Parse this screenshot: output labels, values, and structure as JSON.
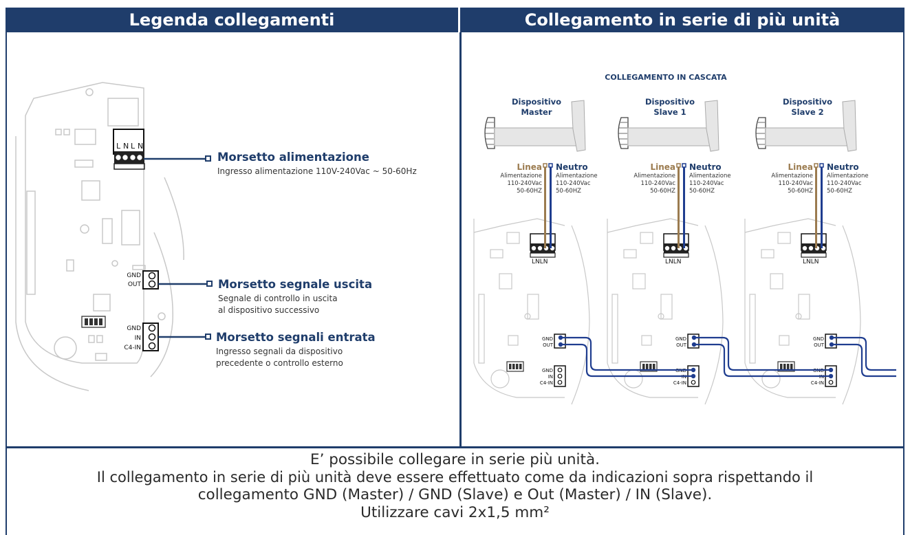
{
  "headers": {
    "left": "Legenda collegamenti",
    "right": "Collegamento in serie di più unità"
  },
  "legend": {
    "terminal_letters": [
      "L",
      "N",
      "L",
      "N"
    ],
    "pins_out": [
      "GND",
      "OUT"
    ],
    "pins_in": [
      "GND",
      "IN",
      "C4-IN"
    ],
    "callouts": [
      {
        "title": "Morsetto alimentazione",
        "desc": [
          "Ingresso alimentazione 110V-240Vac ~ 50-60Hz"
        ]
      },
      {
        "title": "Morsetto segnale uscita",
        "desc": [
          "Segnale di controllo in uscita",
          "al dispositivo successivo"
        ]
      },
      {
        "title": "Morsetto segnali entrata",
        "desc": [
          "Ingresso segnali da dispositivo",
          "precedente o controllo esterno"
        ]
      }
    ]
  },
  "cascade": {
    "title": "COLLEGAMENTO IN CASCATA",
    "devices": [
      {
        "line1": "Dispositivo",
        "line2": "Master"
      },
      {
        "line1": "Dispositivo",
        "line2": "Slave 1"
      },
      {
        "line1": "Dispositivo",
        "line2": "Slave 2"
      }
    ],
    "linea": "Linea",
    "neutro": "Neutro",
    "supply_left": [
      "Alimentazione",
      "110-240Vac",
      "50-60HZ"
    ],
    "supply_right": [
      "Alimentazione",
      "110-240Vac",
      "50-60HZ"
    ],
    "terminal_text": "LNLN",
    "pins_out": [
      "GND",
      "OUT"
    ],
    "pins_in": [
      "GND",
      "IN",
      "C4-IN"
    ]
  },
  "footer": {
    "lines": [
      "E’ possibile collegare in serie più unità.",
      "Il collegamento in serie di più unità deve essere effettuato come da indicazioni sopra rispettando il",
      "collegamento GND (Master) / GND (Slave) e Out (Master) / IN (Slave).",
      "Utilizzare cavi 2x1,5 mm²"
    ]
  },
  "colors": {
    "header_bg": "#1f3d6b",
    "wire_blue": "#1f3d8f",
    "wire_brown": "#9b7b4f",
    "board_line": "#c8c8c8"
  }
}
